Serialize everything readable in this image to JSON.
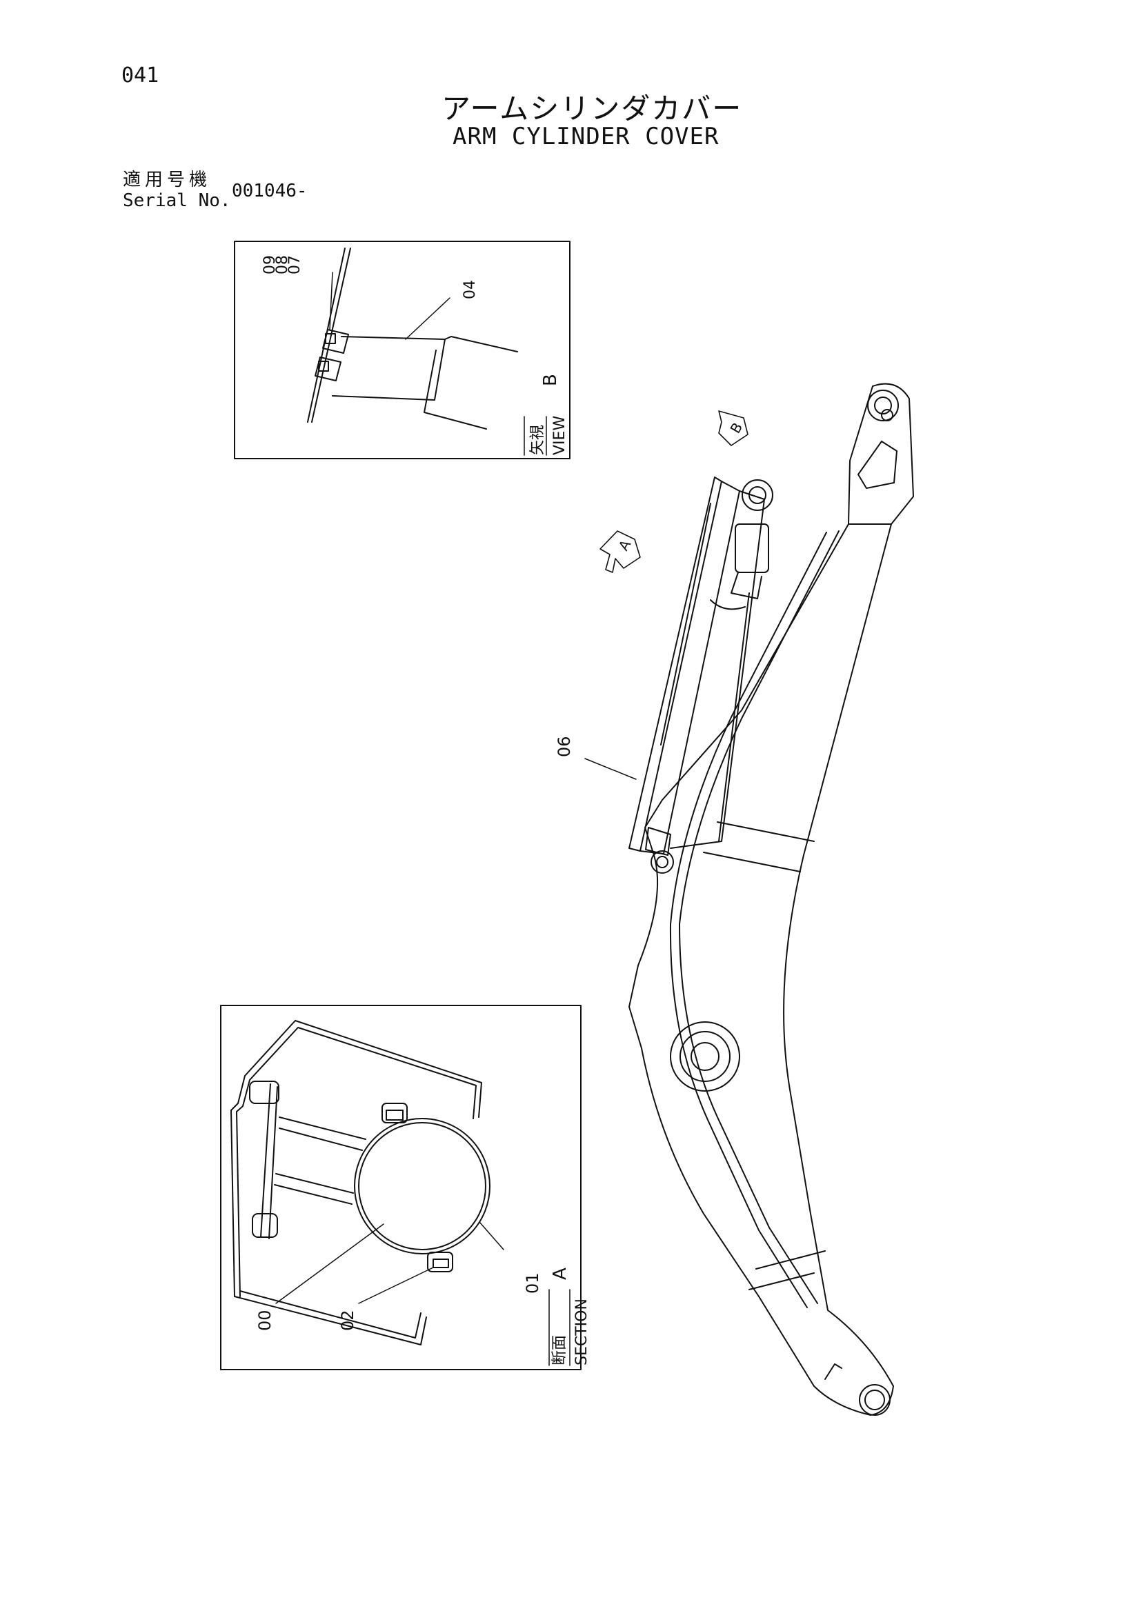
{
  "header": {
    "page_number": "041",
    "title_japanese": "アームシリンダカバー",
    "title_english": "ARM CYLINDER COVER",
    "serial_label_japanese": "適用号機",
    "serial_label_english": "Serial No.",
    "serial_value": "001046-"
  },
  "view_b": {
    "label_japanese": "矢視",
    "label_english": "VIEW",
    "view_letter": "B",
    "callouts": [
      "09",
      "08",
      "07",
      "04"
    ]
  },
  "section_a": {
    "label_japanese": "断面",
    "label_english": "SECTION",
    "section_letter": "A",
    "callouts": [
      "00",
      "02",
      "01"
    ]
  },
  "main_view": {
    "callout": "06",
    "arrow_a_letter": "A",
    "arrow_b_letter": "B"
  }
}
